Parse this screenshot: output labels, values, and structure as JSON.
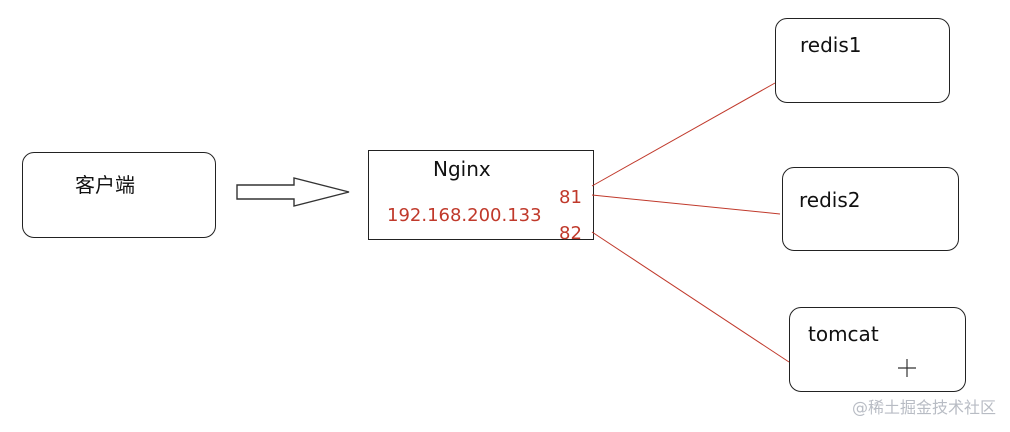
{
  "nodes": {
    "client": {
      "label": "客户端"
    },
    "nginx": {
      "title": "Nginx",
      "ip": "192.168.200.133"
    },
    "redis1": {
      "label": "redis1"
    },
    "redis2": {
      "label": "redis2"
    },
    "tomcat": {
      "label": "tomcat"
    }
  },
  "ports": {
    "p81": "81",
    "p82": "82"
  },
  "colors": {
    "connection_line": "#c0392b",
    "port_text": "#c0392b",
    "border": "#222222"
  },
  "icons": {
    "cursor": "crosshair-icon"
  },
  "watermark": "@稀土掘金技术社区"
}
